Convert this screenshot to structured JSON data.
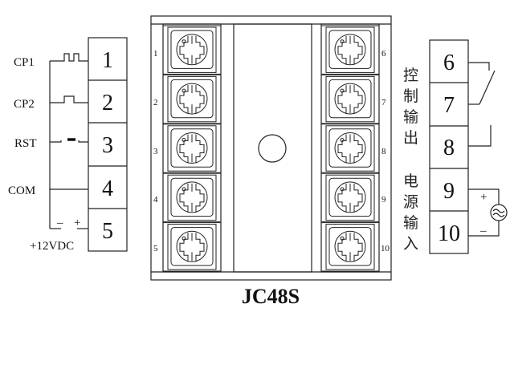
{
  "title": "JC48S",
  "left_terminals": [
    {
      "num": "1",
      "label": "CP1"
    },
    {
      "num": "2",
      "label": "CP2"
    },
    {
      "num": "3",
      "label": "RST"
    },
    {
      "num": "4",
      "label": "COM"
    },
    {
      "num": "5",
      "label": ""
    }
  ],
  "supply_label": "+12VDC",
  "supply_minus": "–",
  "supply_plus": "+",
  "right_terminals": [
    {
      "num": "6"
    },
    {
      "num": "7"
    },
    {
      "num": "8"
    },
    {
      "num": "9"
    },
    {
      "num": "10"
    }
  ],
  "control_output_label": [
    "控",
    "制",
    "输",
    "出"
  ],
  "power_input_label": [
    "电",
    "源",
    "输",
    "入"
  ],
  "ac_plus": "+",
  "ac_minus": "–",
  "device_left_numbers": [
    "1",
    "2",
    "3",
    "4",
    "5"
  ],
  "device_right_numbers": [
    "6",
    "7",
    "8",
    "9",
    "10"
  ]
}
